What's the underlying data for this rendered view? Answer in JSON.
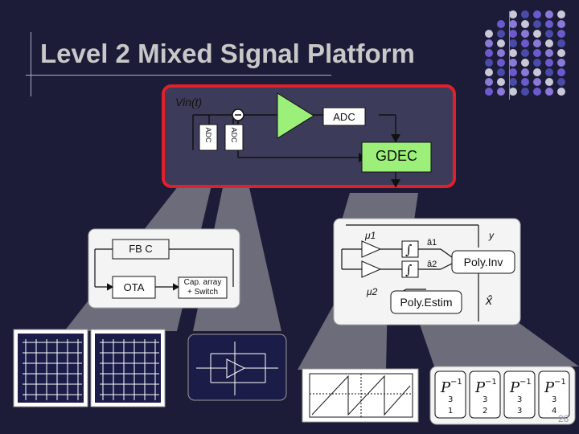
{
  "slide": {
    "title": "Level 2 Mixed Signal Platform",
    "slide_number": "28"
  },
  "top_block": {
    "input_label": "Vin(t)",
    "adc_left": "ADC",
    "adc_right": "ADC",
    "adc_main": "ADC",
    "gdec": "GDEC"
  },
  "left_block": {
    "fb_c": "FB C",
    "ota": "OTA",
    "cap_array_line1": "Cap. array",
    "cap_array_line2": "+ Switch"
  },
  "right_block": {
    "mu1": "μ1",
    "mu2": "μ2",
    "y_label": "y",
    "a1": "â1",
    "a2": "â2",
    "poly_inv": "Poly.Inv",
    "poly_estim": "Poly.Estim",
    "x_hat": "x̂"
  },
  "matrix_blocks": [
    {
      "top": "P",
      "sup": "−1",
      "sub": "3",
      "index": "1"
    },
    {
      "top": "P",
      "sup": "−1",
      "sub": "3",
      "index": "2"
    },
    {
      "top": "P",
      "sup": "−1",
      "sub": "3",
      "index": "3"
    },
    {
      "top": "P",
      "sup": "−1",
      "sub": "3",
      "index": "4"
    }
  ],
  "colors": {
    "background": "#1c1c38",
    "highlight_border": "#e0202a",
    "amp_fill": "#9cf07a",
    "box_fill": "#ffffff",
    "beam": "#7a7a86"
  }
}
